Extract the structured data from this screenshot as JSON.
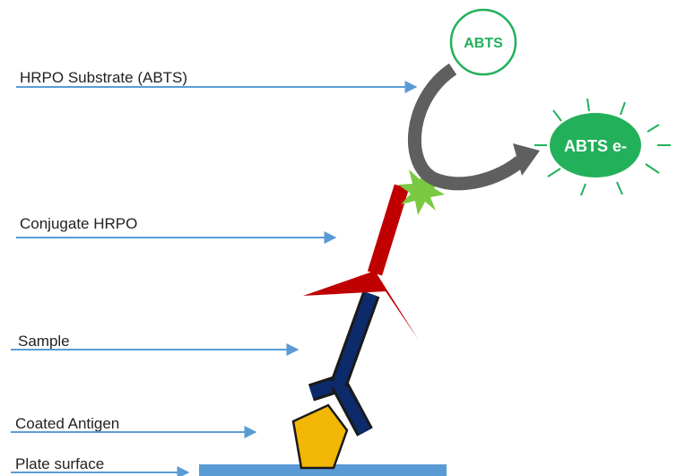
{
  "labels": {
    "substrate": "HRPO Substrate (ABTS)",
    "conjugate": "Conjugate HRPO",
    "sample": "Sample",
    "antigen": "Coated Antigen",
    "plate": "Plate surface"
  },
  "nodes": {
    "abts": "ABTS",
    "abts_oxidized": "ABTS e-"
  },
  "colors": {
    "arrow": "#5b9bd5",
    "plate": "#5b9bd5",
    "green": "#22b05a",
    "red_antibody": "#c00000",
    "navy_antibody": "#0d2a6b",
    "antigen": "#f2b705",
    "enzyme_star": "#7ac943",
    "reaction_arrow": "#5f5f5f"
  }
}
